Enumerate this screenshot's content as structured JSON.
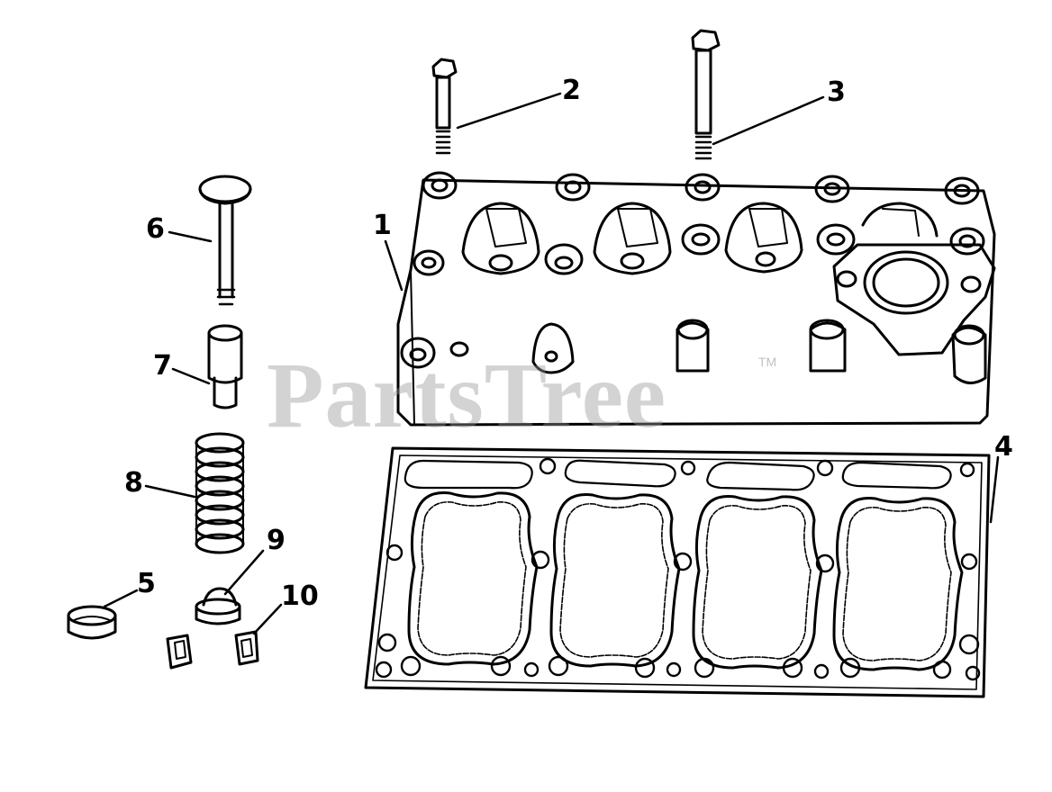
{
  "callouts": {
    "c1": "1",
    "c2": "2",
    "c3": "3",
    "c4": "4",
    "c5": "5",
    "c6": "6",
    "c7": "7",
    "c8": "8",
    "c9": "9",
    "c10": "10"
  },
  "watermark": {
    "text": "PartsTree",
    "tm": "TM"
  },
  "colors": {
    "ink": "#000000",
    "watermark": "#969696"
  }
}
